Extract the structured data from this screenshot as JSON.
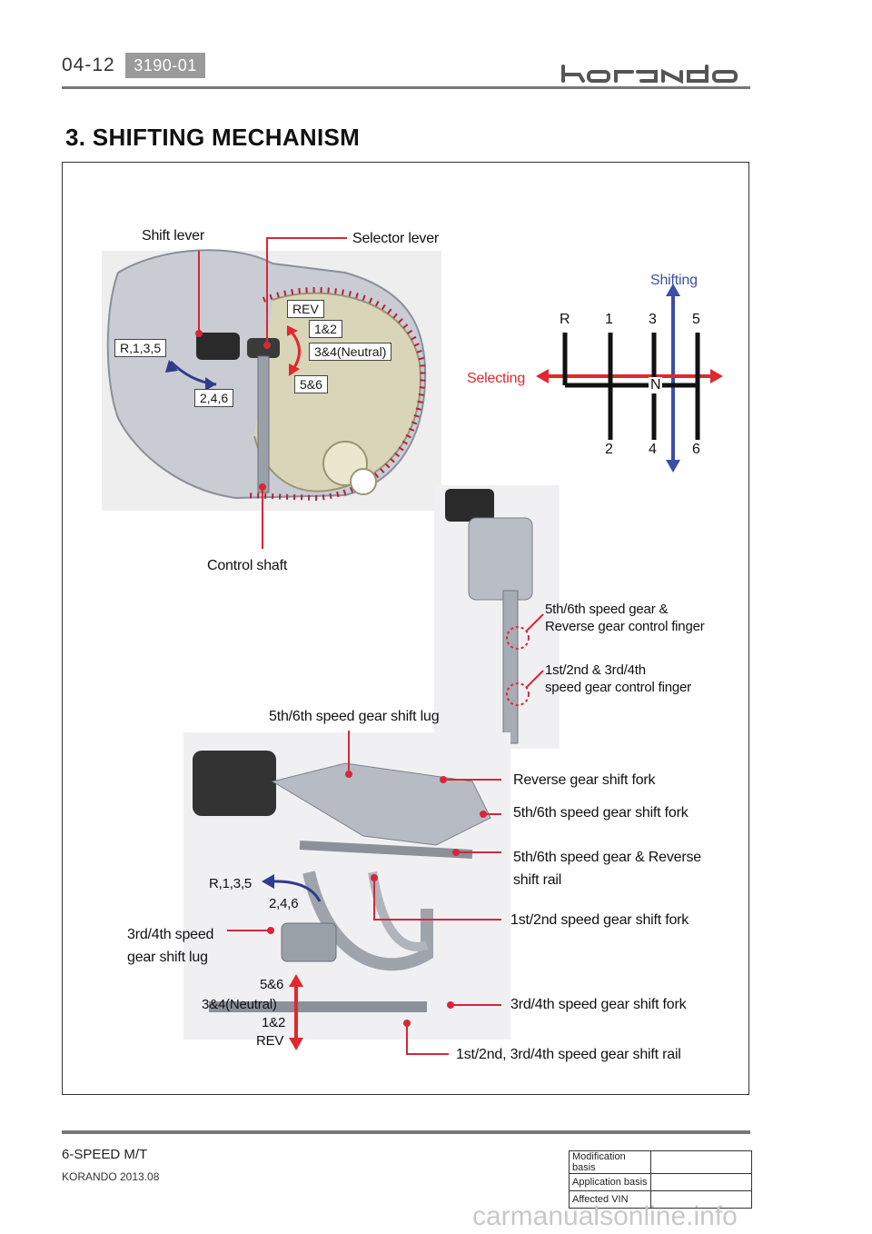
{
  "header": {
    "page_number": "04-12",
    "section_code": "3190-01",
    "brand_logo": "korando"
  },
  "title": "3. SHIFTING MECHANISM",
  "gearbox": {
    "shift_lever": "Shift lever",
    "selector_lever": "Selector lever",
    "control_shaft": "Control shaft",
    "rev": "REV",
    "g12": "1&2",
    "g34": "3&4(Neutral)",
    "g56": "5&6",
    "r135": "R,1,3,5",
    "g246": "2,4,6"
  },
  "pattern": {
    "shifting": "Shifting",
    "selecting": "Selecting",
    "top": [
      "R",
      "1",
      "3",
      "5"
    ],
    "bottom": [
      "2",
      "4",
      "6"
    ],
    "neutral": "N",
    "colors": {
      "shifting": "#3a4fa8",
      "selecting": "#e0282e"
    }
  },
  "control_finger": {
    "upper": [
      "5th/6th speed gear &",
      "Reverse gear control finger"
    ],
    "lower": [
      "1st/2nd & 3rd/4th",
      "speed gear control finger"
    ]
  },
  "assembly": {
    "lug56": "5th/6th speed gear shift lug",
    "rev_fork": "Reverse gear shift fork",
    "fork56": "5th/6th speed gear shift fork",
    "rail56_a": "5th/6th speed gear & Reverse",
    "rail56_b": "shift rail",
    "fork12": "1st/2nd speed gear shift fork",
    "fork34": "3rd/4th speed gear shift fork",
    "rail1234": "1st/2nd, 3rd/4th speed gear shift rail",
    "lug34_a": "3rd/4th speed",
    "lug34_b": "gear shift lug",
    "r135": "R,1,3,5",
    "g246": "2,4,6",
    "g56": "5&6",
    "g34": "3&4(Neutral)",
    "g12": "1&2",
    "rev": "REV"
  },
  "footer": {
    "section": "6-SPEED M/T",
    "model": "KORANDO 2013.08",
    "rows": [
      "Modification basis",
      "Application basis",
      "Affected VIN"
    ],
    "watermark": "carmanualsonline.info"
  }
}
